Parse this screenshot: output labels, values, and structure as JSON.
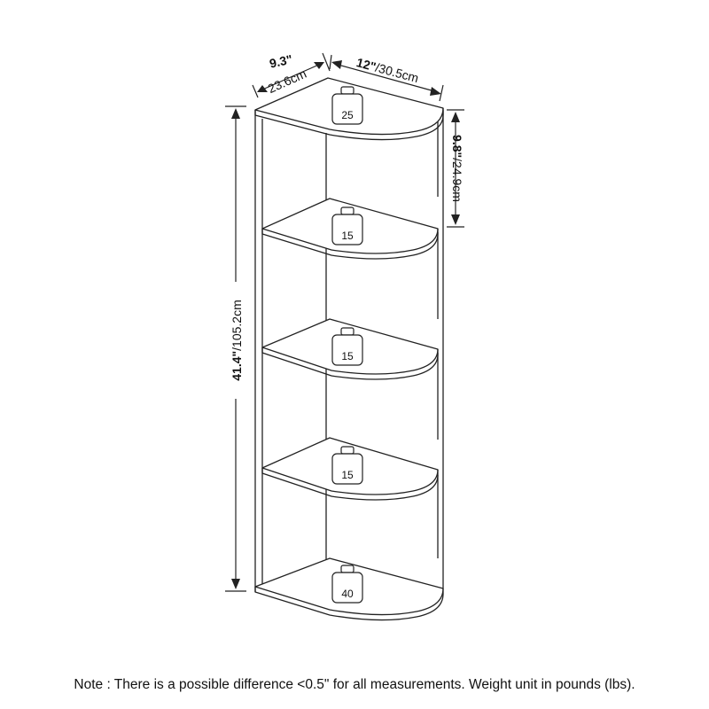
{
  "dimensions": {
    "depth_in": "9.3\"",
    "depth_cm": "23.6cm",
    "width_in": "12\"",
    "width_cm": "/30.5cm",
    "shelf_gap_in": "9.8\"",
    "shelf_gap_cm": "/24.9cm",
    "height_in": "41.4\"",
    "height_cm": "/105.2cm"
  },
  "shelf_weights": [
    "25",
    "15",
    "15",
    "15",
    "40"
  ],
  "note": "Note : There is a possible difference <0.5\" for all measurements. Weight unit in pounds (lbs).",
  "colors": {
    "line": "#222222",
    "text": "#111111",
    "background": "#ffffff"
  }
}
